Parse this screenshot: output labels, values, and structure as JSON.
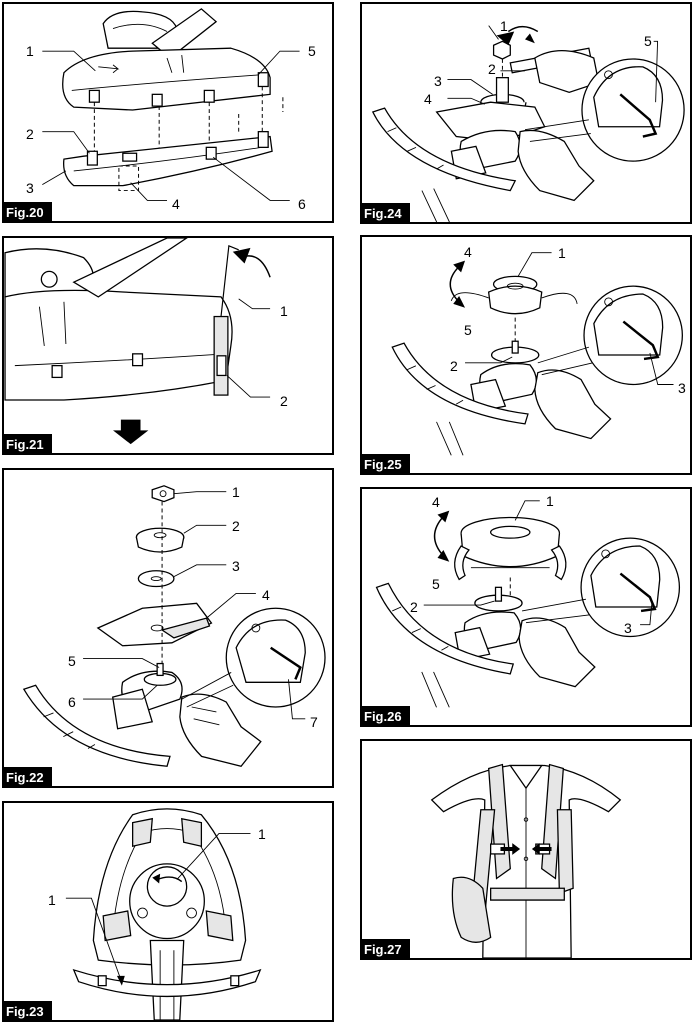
{
  "figures": [
    {
      "label": "Fig.20",
      "callouts": [
        "1",
        "2",
        "3",
        "4",
        "5",
        "6"
      ]
    },
    {
      "label": "Fig.21",
      "callouts": [
        "1",
        "2"
      ]
    },
    {
      "label": "Fig.22",
      "callouts": [
        "1",
        "2",
        "3",
        "4",
        "5",
        "6",
        "7"
      ]
    },
    {
      "label": "Fig.23",
      "callouts": [
        "1",
        "1"
      ]
    },
    {
      "label": "Fig.24",
      "callouts": [
        "1",
        "2",
        "3",
        "4",
        "5"
      ]
    },
    {
      "label": "Fig.25",
      "callouts": [
        "1",
        "2",
        "3",
        "4",
        "5"
      ]
    },
    {
      "label": "Fig.26",
      "callouts": [
        "1",
        "2",
        "3",
        "4",
        "5"
      ]
    },
    {
      "label": "Fig.27",
      "callouts": []
    }
  ],
  "colors": {
    "ink": "#000000",
    "paper": "#ffffff",
    "shade": "#e6e6e6"
  }
}
